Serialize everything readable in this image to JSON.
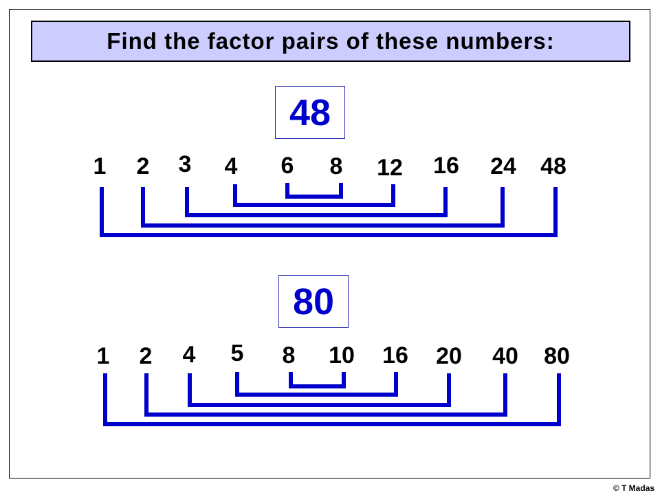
{
  "title": "Find the factor pairs of these numbers:",
  "credit": "© T Madas",
  "colors": {
    "accent": "#0000cc",
    "title_bg": "#ccccff"
  },
  "problems": [
    {
      "number": "48",
      "factors": [
        "1",
        "2",
        "3",
        "4",
        "6",
        "8",
        "12",
        "16",
        "24",
        "48"
      ]
    },
    {
      "number": "80",
      "factors": [
        "1",
        "2",
        "4",
        "5",
        "8",
        "10",
        "16",
        "20",
        "40",
        "80"
      ]
    }
  ]
}
